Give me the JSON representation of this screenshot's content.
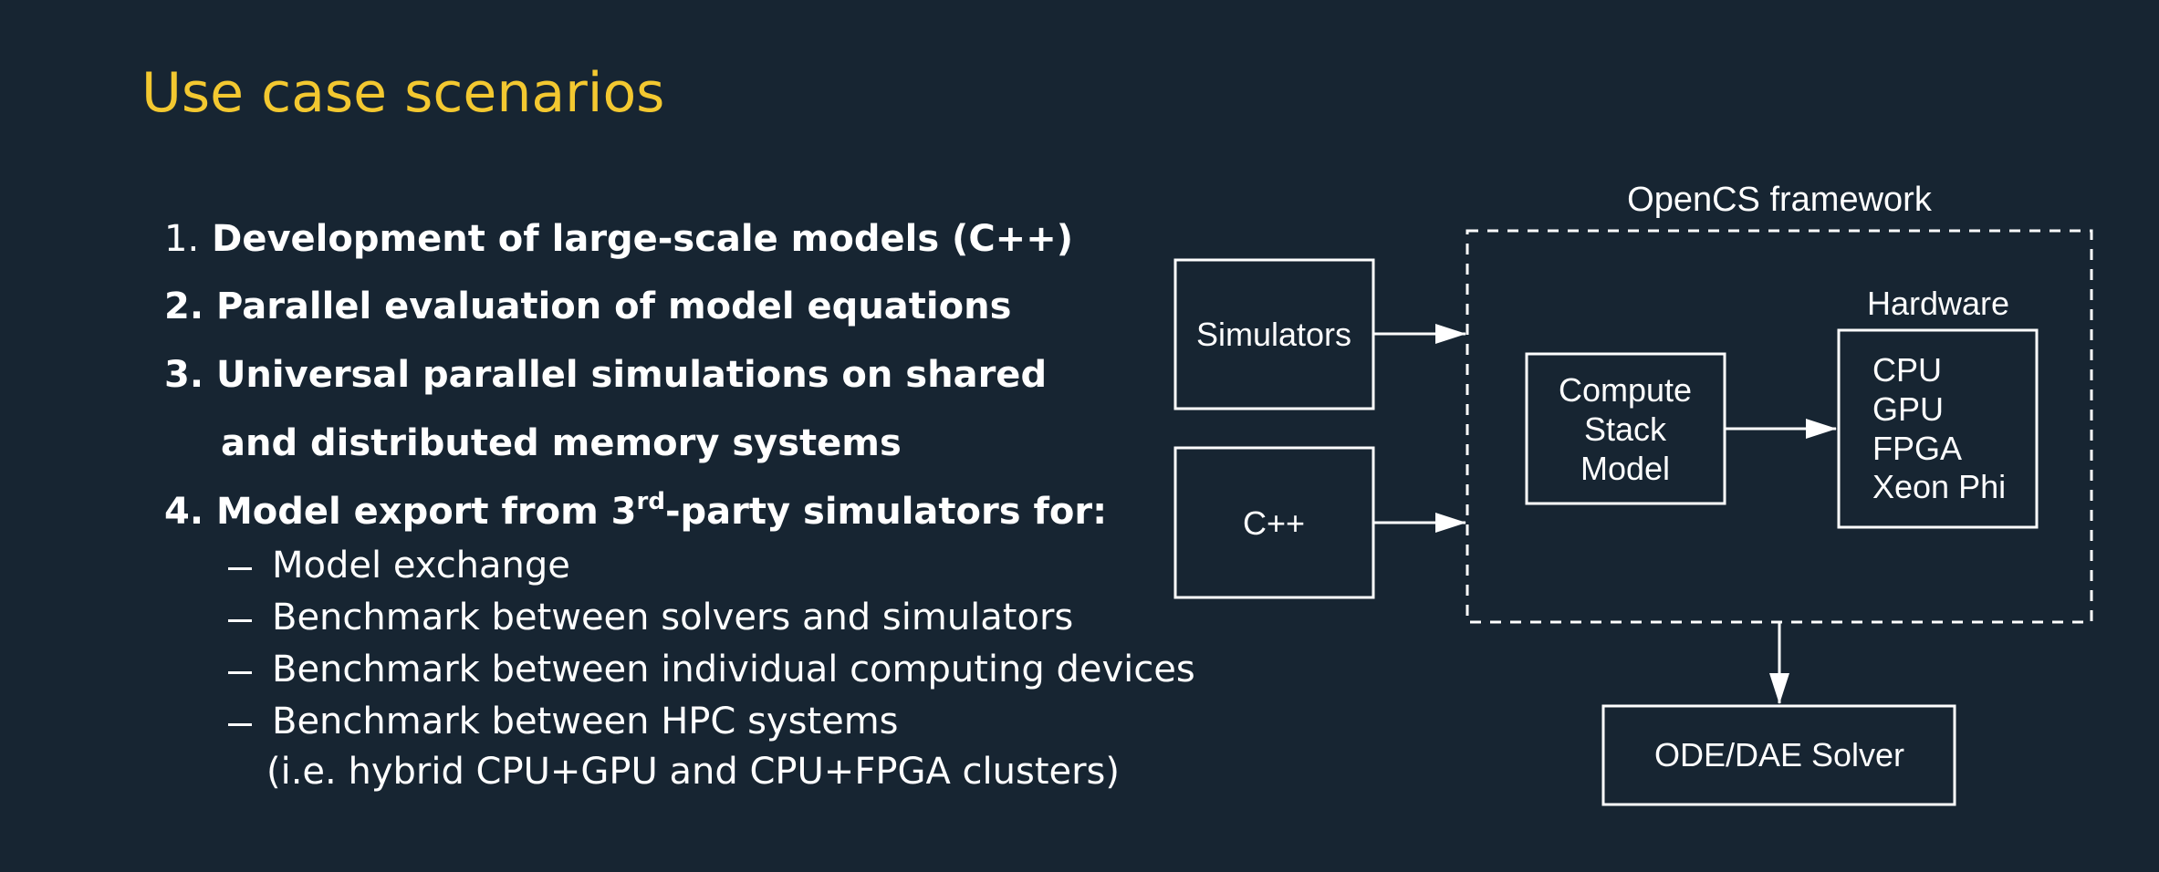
{
  "slide": {
    "title": "Use case scenarios"
  },
  "list": {
    "item1_num": "1.",
    "item1_text": "Development of large-scale models (C++)",
    "item2": "2. Parallel evaluation of model equations",
    "item3_line1": "3. Universal parallel simulations on shared",
    "item3_line2": "and distributed memory systems",
    "item4_prefix": "4. Model export from 3",
    "item4_sup": "rd",
    "item4_suffix": "-party simulators for:",
    "sub_items": [
      "Model exchange",
      "Benchmark between solvers and simulators",
      "Benchmark between individual computing devices",
      "Benchmark between HPC systems"
    ],
    "sub_note": "(i.e. hybrid CPU+GPU and CPU+FPGA clusters)"
  },
  "diagram": {
    "framework_label": "OpenCS framework",
    "simulators_label": "Simulators",
    "cpp_label": "C++",
    "compute_stack_lines": [
      "Compute",
      "Stack",
      "Model"
    ],
    "hardware_label": "Hardware",
    "hardware_items": [
      "CPU",
      "GPU",
      "FPGA",
      "Xeon Phi"
    ],
    "solver_label": "ODE/DAE Solver"
  },
  "colors": {
    "background": "#172532",
    "title": "#f3c830",
    "text": "#ffffff"
  }
}
